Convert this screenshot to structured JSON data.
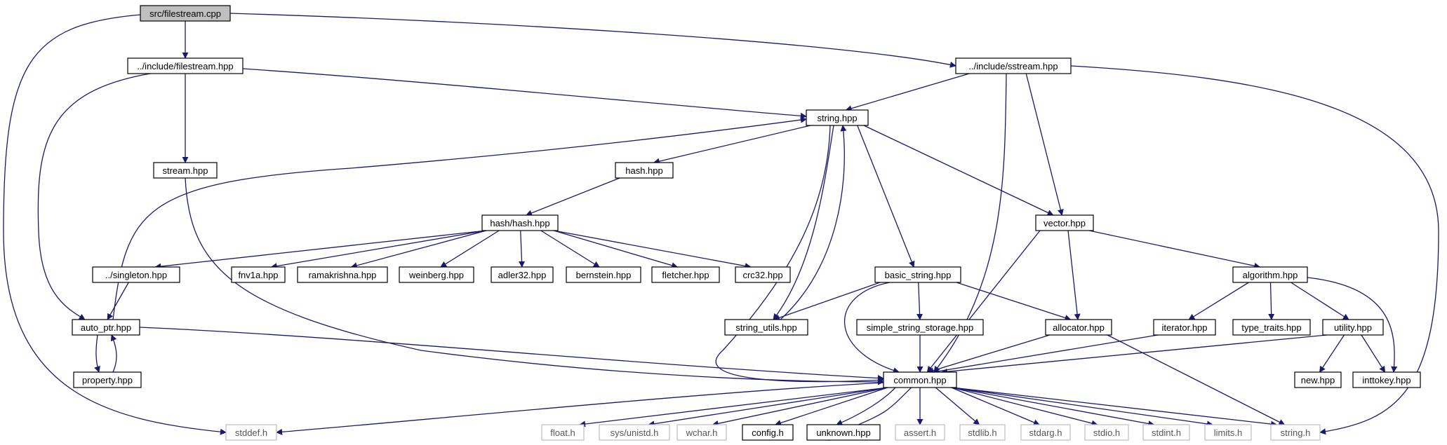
{
  "diagram": {
    "nodes": [
      {
        "id": "filestream_cpp",
        "label": "src/filestream.cpp",
        "kind": "root"
      },
      {
        "id": "inc_filestream",
        "label": "../include/filestream.hpp",
        "kind": "normal"
      },
      {
        "id": "inc_sstream",
        "label": "../include/sstream.hpp",
        "kind": "normal"
      },
      {
        "id": "string_hpp",
        "label": "string.hpp",
        "kind": "normal"
      },
      {
        "id": "stream_hpp",
        "label": "stream.hpp",
        "kind": "normal"
      },
      {
        "id": "hash_hpp",
        "label": "hash.hpp",
        "kind": "normal"
      },
      {
        "id": "hash_hash",
        "label": "hash/hash.hpp",
        "kind": "normal"
      },
      {
        "id": "vector_hpp",
        "label": "vector.hpp",
        "kind": "normal"
      },
      {
        "id": "singleton",
        "label": "../singleton.hpp",
        "kind": "normal"
      },
      {
        "id": "fnv1a",
        "label": "fnv1a.hpp",
        "kind": "normal"
      },
      {
        "id": "ramakrishna",
        "label": "ramakrishna.hpp",
        "kind": "normal"
      },
      {
        "id": "weinberg",
        "label": "weinberg.hpp",
        "kind": "normal"
      },
      {
        "id": "adler32",
        "label": "adler32.hpp",
        "kind": "normal"
      },
      {
        "id": "bernstein",
        "label": "bernstein.hpp",
        "kind": "normal"
      },
      {
        "id": "fletcher",
        "label": "fletcher.hpp",
        "kind": "normal"
      },
      {
        "id": "crc32",
        "label": "crc32.hpp",
        "kind": "normal"
      },
      {
        "id": "basic_string",
        "label": "basic_string.hpp",
        "kind": "normal"
      },
      {
        "id": "algorithm",
        "label": "algorithm.hpp",
        "kind": "normal"
      },
      {
        "id": "auto_ptr",
        "label": "auto_ptr.hpp",
        "kind": "normal"
      },
      {
        "id": "string_utils",
        "label": "string_utils.hpp",
        "kind": "normal"
      },
      {
        "id": "simple_storage",
        "label": "simple_string_storage.hpp",
        "kind": "normal"
      },
      {
        "id": "allocator",
        "label": "allocator.hpp",
        "kind": "normal"
      },
      {
        "id": "iterator",
        "label": "iterator.hpp",
        "kind": "normal"
      },
      {
        "id": "type_traits",
        "label": "type_traits.hpp",
        "kind": "normal"
      },
      {
        "id": "utility",
        "label": "utility.hpp",
        "kind": "normal"
      },
      {
        "id": "property",
        "label": "property.hpp",
        "kind": "normal"
      },
      {
        "id": "common",
        "label": "common.hpp",
        "kind": "normal"
      },
      {
        "id": "new_hpp",
        "label": "new.hpp",
        "kind": "normal"
      },
      {
        "id": "inttokey",
        "label": "inttokey.hpp",
        "kind": "normal"
      },
      {
        "id": "stddef",
        "label": "stddef.h",
        "kind": "external"
      },
      {
        "id": "float_h",
        "label": "float.h",
        "kind": "external"
      },
      {
        "id": "unistd",
        "label": "sys/unistd.h",
        "kind": "external"
      },
      {
        "id": "wchar",
        "label": "wchar.h",
        "kind": "external"
      },
      {
        "id": "config",
        "label": "config.h",
        "kind": "normal"
      },
      {
        "id": "unknown",
        "label": "unknown.hpp",
        "kind": "normal"
      },
      {
        "id": "assert_h",
        "label": "assert.h",
        "kind": "external"
      },
      {
        "id": "stdlib",
        "label": "stdlib.h",
        "kind": "external"
      },
      {
        "id": "stdarg",
        "label": "stdarg.h",
        "kind": "external"
      },
      {
        "id": "stdio",
        "label": "stdio.h",
        "kind": "external"
      },
      {
        "id": "stdint",
        "label": "stdint.h",
        "kind": "external"
      },
      {
        "id": "limits",
        "label": "limits.h",
        "kind": "external"
      },
      {
        "id": "string_h",
        "label": "string.h",
        "kind": "external"
      }
    ],
    "edges": [
      [
        "filestream_cpp",
        "inc_filestream"
      ],
      [
        "filestream_cpp",
        "inc_sstream"
      ],
      [
        "filestream_cpp",
        "stddef"
      ],
      [
        "inc_filestream",
        "string_hpp"
      ],
      [
        "inc_filestream",
        "stream_hpp"
      ],
      [
        "inc_filestream",
        "auto_ptr"
      ],
      [
        "inc_sstream",
        "string_hpp"
      ],
      [
        "inc_sstream",
        "vector_hpp"
      ],
      [
        "inc_sstream",
        "common"
      ],
      [
        "inc_sstream",
        "string_h"
      ],
      [
        "string_hpp",
        "hash_hpp"
      ],
      [
        "string_hpp",
        "vector_hpp"
      ],
      [
        "string_hpp",
        "basic_string"
      ],
      [
        "string_hpp",
        "common"
      ],
      [
        "string_hpp",
        "string_utils"
      ],
      [
        "string_utils",
        "string_hpp"
      ],
      [
        "auto_ptr",
        "string_hpp"
      ],
      [
        "stream_hpp",
        "common"
      ],
      [
        "hash_hpp",
        "hash_hash"
      ],
      [
        "hash_hash",
        "singleton"
      ],
      [
        "hash_hash",
        "fnv1a"
      ],
      [
        "hash_hash",
        "ramakrishna"
      ],
      [
        "hash_hash",
        "weinberg"
      ],
      [
        "hash_hash",
        "adler32"
      ],
      [
        "hash_hash",
        "bernstein"
      ],
      [
        "hash_hash",
        "fletcher"
      ],
      [
        "hash_hash",
        "crc32"
      ],
      [
        "singleton",
        "auto_ptr"
      ],
      [
        "auto_ptr",
        "property"
      ],
      [
        "property",
        "auto_ptr"
      ],
      [
        "auto_ptr",
        "common"
      ],
      [
        "vector_hpp",
        "algorithm"
      ],
      [
        "vector_hpp",
        "allocator"
      ],
      [
        "vector_hpp",
        "common"
      ],
      [
        "basic_string",
        "string_utils"
      ],
      [
        "basic_string",
        "simple_storage"
      ],
      [
        "basic_string",
        "allocator"
      ],
      [
        "basic_string",
        "common"
      ],
      [
        "simple_storage",
        "common"
      ],
      [
        "allocator",
        "common"
      ],
      [
        "allocator",
        "string_h"
      ],
      [
        "algorithm",
        "iterator"
      ],
      [
        "algorithm",
        "type_traits"
      ],
      [
        "algorithm",
        "utility"
      ],
      [
        "algorithm",
        "inttokey"
      ],
      [
        "iterator",
        "common"
      ],
      [
        "utility",
        "common"
      ],
      [
        "utility",
        "new_hpp"
      ],
      [
        "utility",
        "inttokey"
      ],
      [
        "common",
        "stddef"
      ],
      [
        "common",
        "float_h"
      ],
      [
        "common",
        "unistd"
      ],
      [
        "common",
        "wchar"
      ],
      [
        "common",
        "config"
      ],
      [
        "common",
        "unknown"
      ],
      [
        "unknown",
        "common"
      ],
      [
        "common",
        "assert_h"
      ],
      [
        "common",
        "stdlib"
      ],
      [
        "common",
        "stdarg"
      ],
      [
        "common",
        "stdio"
      ],
      [
        "common",
        "stdint"
      ],
      [
        "common",
        "limits"
      ],
      [
        "common",
        "string_h"
      ]
    ]
  },
  "colors": {
    "edge": "#191970",
    "root_fill": "#bfbfbf",
    "node_fill": "#ffffff",
    "node_border": "#000000",
    "external_border": "#bfbfbf"
  }
}
